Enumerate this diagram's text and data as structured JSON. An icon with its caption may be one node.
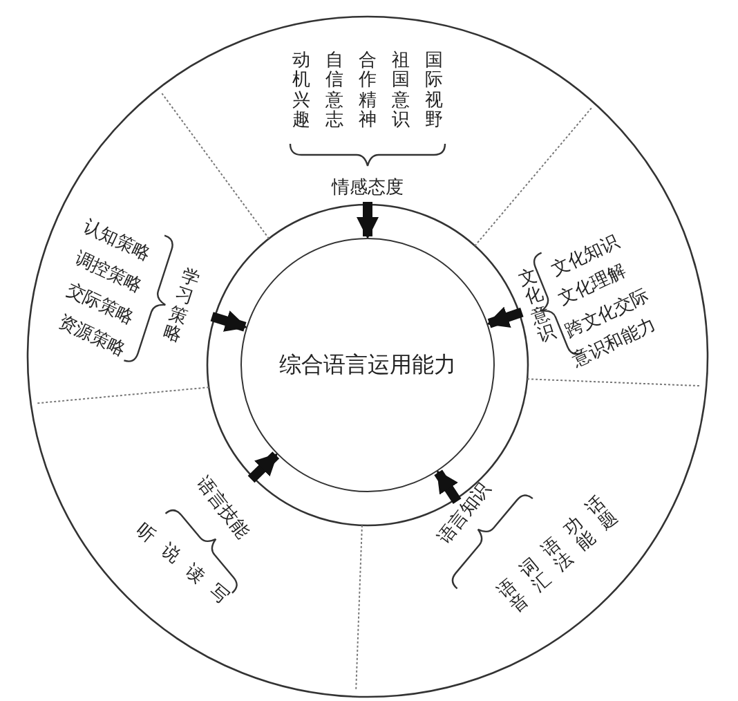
{
  "diagram": {
    "nodes": [
      {
        "text": [
          "综合语言运用能力"
        ]
      },
      {
        "text": [
          "情感态度"
        ],
        "beside": [
          "动机兴趣",
          "自信意志",
          "合作精神",
          "祖国意识",
          "国际视野"
        ]
      },
      {
        "text": [
          "文化意识"
        ],
        "beside": [
          "文化知识",
          "文化理解",
          "跨文化交际",
          "意识和能力"
        ]
      },
      {
        "text": [
          "语言知识"
        ],
        "beside": [
          "语音",
          "词汇",
          "语法",
          "功能",
          "话题"
        ]
      },
      {
        "text": [
          "语言技能"
        ],
        "beside": [
          "听说读写"
        ]
      },
      {
        "text": [
          "学习策略"
        ],
        "beside": [
          "认知策略",
          "调控策略",
          "交际策略",
          "资源策略"
        ]
      }
    ],
    "edges": [
      {
        "from": 1,
        "to": 0,
        "arrow": "to"
      },
      {
        "from": 2,
        "to": 0,
        "arrow": "to"
      },
      {
        "from": 3,
        "to": 0,
        "arrow": "to"
      },
      {
        "from": 4,
        "to": 0,
        "arrow": "to"
      },
      {
        "from": 5,
        "to": 0,
        "arrow": "to"
      }
    ]
  }
}
